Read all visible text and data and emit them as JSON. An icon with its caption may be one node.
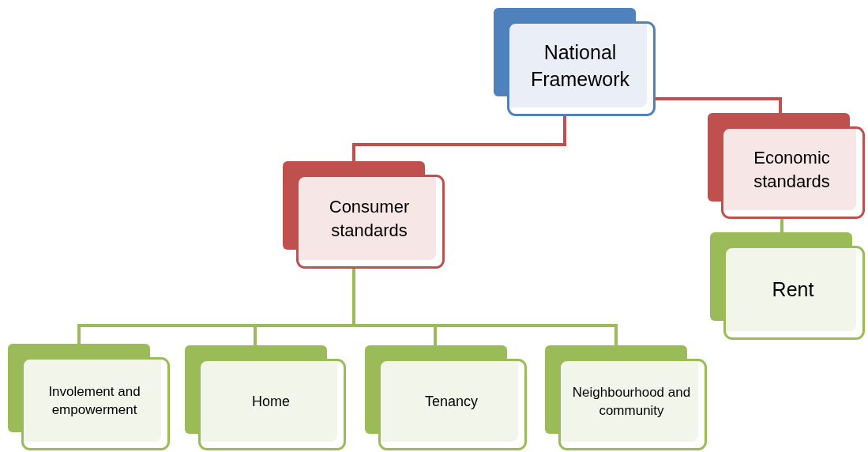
{
  "diagram": {
    "nodes": [
      {
        "text": [
          "National Framework"
        ]
      },
      {
        "text": [
          "Economic standards"
        ]
      },
      {
        "text": [
          "Rent"
        ]
      },
      {
        "text": [
          "Consumer standards"
        ]
      },
      {
        "text": [
          "Involement and empowerment"
        ]
      },
      {
        "text": [
          "Home"
        ]
      },
      {
        "text": [
          "Tenancy"
        ]
      },
      {
        "text": [
          "Neighbourhood and community"
        ]
      }
    ],
    "edges": [
      {
        "from": 0,
        "to": 3,
        "arrow": "none",
        "color": "#c0504d"
      },
      {
        "from": 0,
        "to": 1,
        "arrow": "none",
        "color": "#c0504d"
      },
      {
        "from": 1,
        "to": 2,
        "arrow": "none"
      },
      {
        "from": 3,
        "to": 4,
        "arrow": "none"
      },
      {
        "from": 3,
        "to": 5,
        "arrow": "none"
      },
      {
        "from": 3,
        "to": 6,
        "arrow": "none"
      },
      {
        "from": 3,
        "to": 7,
        "arrow": "none"
      }
    ]
  }
}
